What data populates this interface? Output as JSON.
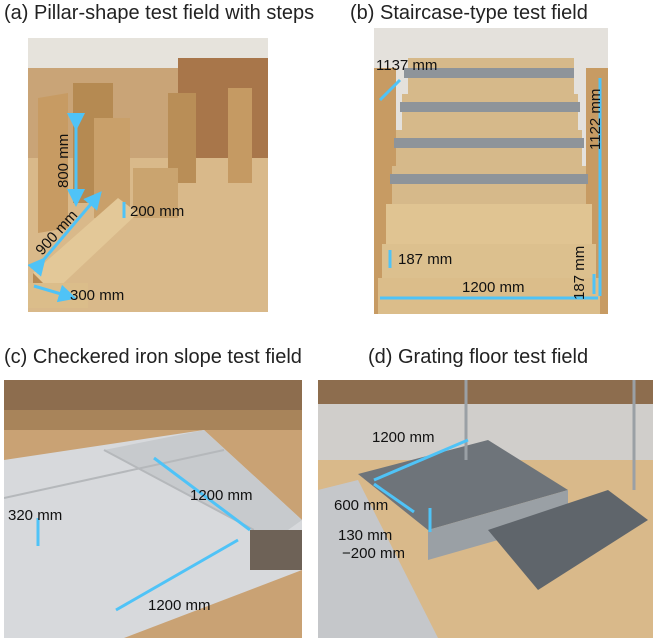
{
  "panels": {
    "a": {
      "caption": "(a) Pillar-shape test field with steps",
      "labels": {
        "height": "800 mm",
        "length": "900 mm",
        "step": "200 mm",
        "width": "300 mm"
      }
    },
    "b": {
      "caption": "(b) Staircase-type test field",
      "labels": {
        "depth": "1137 mm",
        "height": "1122 mm",
        "riser": "187 mm",
        "width": "1200 mm",
        "bottom_riser": "187 mm"
      }
    },
    "c": {
      "caption": "(c) Checkered iron slope test field",
      "labels": {
        "height": "320 mm",
        "length": "1200 mm",
        "width": "1200 mm"
      }
    },
    "d": {
      "caption": "(d) Grating floor test field",
      "labels": {
        "length": "1200 mm",
        "width": "600 mm",
        "height_line1": "130 mm",
        "height_line2": "−200 mm"
      }
    }
  },
  "colors": {
    "dimension_arrow": "#4fc3f7",
    "wood": "#d8b886",
    "steel": "#8e949a"
  }
}
